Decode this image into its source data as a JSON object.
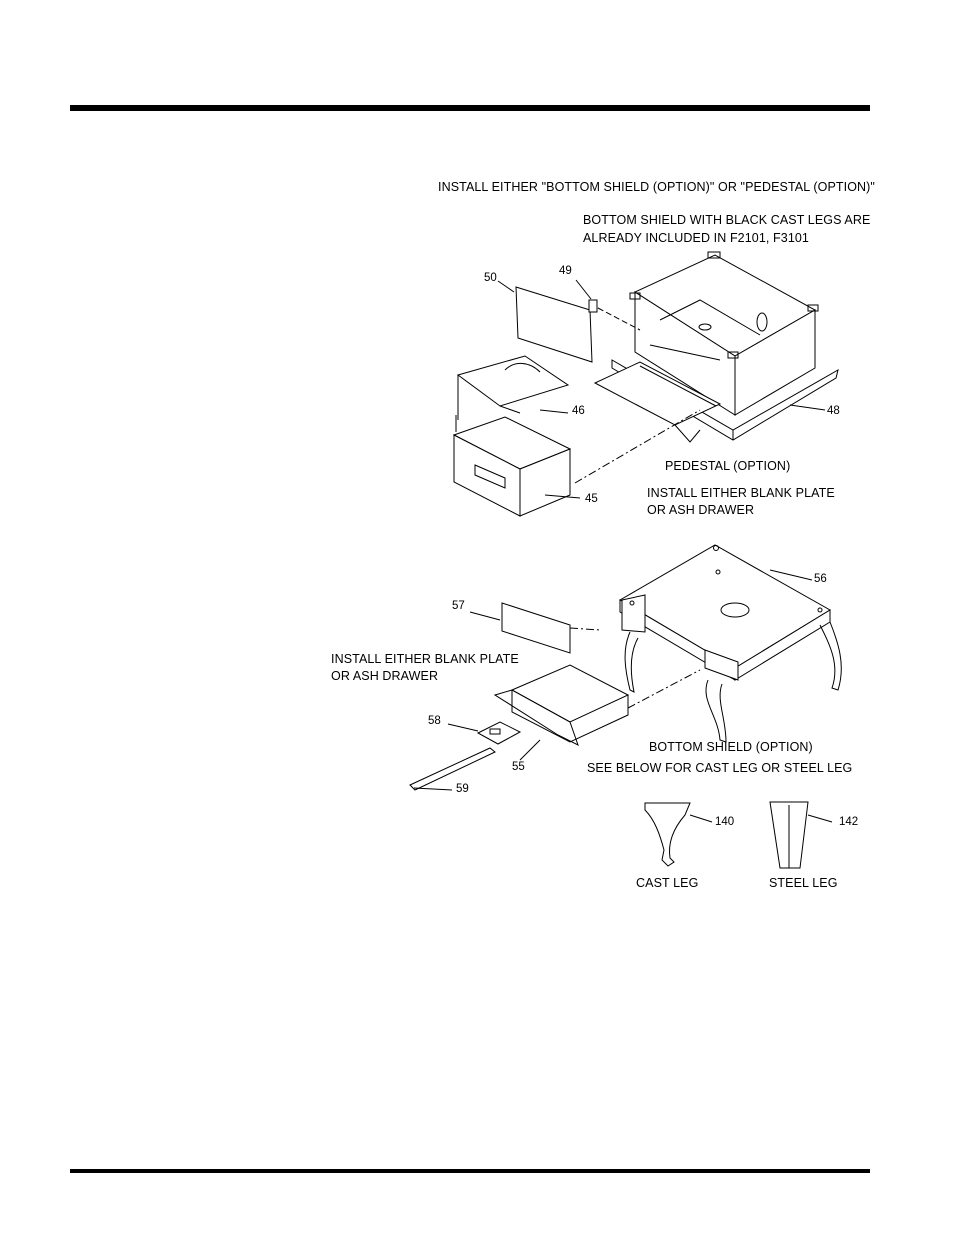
{
  "labels": {
    "install_either_top": "INSTALL EITHER \"BOTTOM SHIELD (OPTION)\" OR \"PEDESTAL (OPTION)\"",
    "bottom_shield_note_1": "BOTTOM SHIELD WITH BLACK CAST LEGS ARE",
    "bottom_shield_note_2": "ALREADY INCLUDED IN F2101, F3101",
    "pedestal_option": "PEDESTAL (OPTION)",
    "install_either_right_1": "INSTALL EITHER BLANK PLATE",
    "install_either_right_2": "OR ASH DRAWER",
    "install_either_left_1": "INSTALL EITHER BLANK PLATE",
    "install_either_left_2": "OR ASH DRAWER",
    "bottom_shield_option": "BOTTOM SHIELD (OPTION)",
    "see_below": "SEE BELOW FOR CAST LEG OR STEEL LEG",
    "cast_leg": "CAST LEG",
    "steel_leg": "STEEL LEG"
  },
  "part_numbers": {
    "p50": "50",
    "p49": "49",
    "p46": "46",
    "p48": "48",
    "p45": "45",
    "p56": "56",
    "p57": "57",
    "p58": "58",
    "p55": "55",
    "p59": "59",
    "p140": "140",
    "p142": "142"
  }
}
